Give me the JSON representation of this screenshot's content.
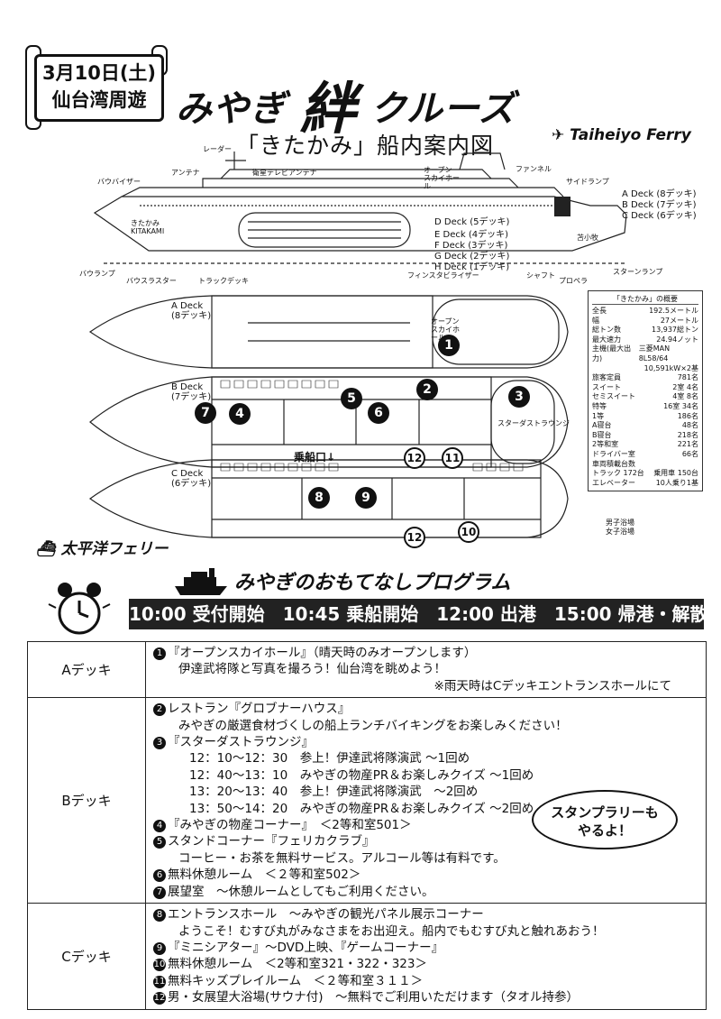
{
  "header": {
    "date_line1": "3月10日(土)",
    "date_line2": "仙台湾周遊",
    "cruise_prefix": "みやぎ",
    "cruise_kanji": "絆",
    "cruise_suffix": "クルーズ",
    "subtitle": "「きたかみ」船内案内図",
    "logo_en": "Taiheiyo Ferry",
    "logo_jp": "太平洋フェリー"
  },
  "ship_side": {
    "labels": {
      "radar": "レーダー",
      "antenna": "アンテナ",
      "satellite": "衛星テレビアンテナ",
      "open_sky": "オープン スカイホール",
      "funnel": "ファンネル",
      "side_ramp": "サイドランプ",
      "bow_visor": "バウバイザー",
      "bow_ramp": "バウランプ",
      "bow_thruster": "バウスラスター",
      "truck_deck": "トラックデッキ",
      "fin": "フィンスタビライザー",
      "shaft": "シャフト",
      "propeller": "プロペラ",
      "stern_ramp": "スターンランプ",
      "ship_name_jp": "きたかみ",
      "ship_name_en": "KITAKAMI",
      "port": "苫小牧"
    },
    "decks": [
      {
        "label": "A Deck",
        "note": "(8デッキ)"
      },
      {
        "label": "B Deck",
        "note": "(7デッキ)"
      },
      {
        "label": "C Deck",
        "note": "(6デッキ)"
      },
      {
        "label": "D Deck",
        "note": "(5デッキ)"
      },
      {
        "label": "E Deck",
        "note": "(4デッキ)"
      },
      {
        "label": "F Deck",
        "note": "(3デッキ)"
      },
      {
        "label": "G Deck",
        "note": "(2デッキ)"
      },
      {
        "label": "H Deck",
        "note": "(1デッキ)"
      }
    ]
  },
  "plans": {
    "a": {
      "label": "A Deck",
      "note": "(8デッキ)",
      "open_sky": "オープン スカイホール"
    },
    "b": {
      "label": "B Deck",
      "note": "(7デッキ)",
      "stardust": "スターダストラウンジ"
    },
    "c": {
      "label": "C Deck",
      "note": "(6デッキ)",
      "boarding": "乗船口↓"
    },
    "legend": [
      "男子浴場",
      "女子浴場"
    ]
  },
  "spec": {
    "title": "「きたかみ」の概要",
    "rows": [
      {
        "k": "全長",
        "v": "192.5メートル"
      },
      {
        "k": "幅",
        "v": "27メートル"
      },
      {
        "k": "総トン数",
        "v": "13,937総トン"
      },
      {
        "k": "最大速力",
        "v": "24.94ノット"
      },
      {
        "k": "主機(最大出力)",
        "v": "三菱MAN 8L58/64"
      },
      {
        "k": "",
        "v": "10,591kW×2基"
      },
      {
        "k": "旅客定員",
        "v": "781名"
      },
      {
        "k": "スイート",
        "v": "2室 4名"
      },
      {
        "k": "セミスイート",
        "v": "4室 8名"
      },
      {
        "k": "特等",
        "v": "16室 34名"
      },
      {
        "k": "1等",
        "v": "186名"
      },
      {
        "k": "A寝台",
        "v": "48名"
      },
      {
        "k": "B寝台",
        "v": "218名"
      },
      {
        "k": "2等和室",
        "v": "221名"
      },
      {
        "k": "ドライバー室",
        "v": "66名"
      },
      {
        "k": "車両積載台数",
        "v": ""
      },
      {
        "k": "トラック 172台",
        "v": "乗用車 150台"
      },
      {
        "k": "エレベーター",
        "v": "10人乗り1基"
      }
    ]
  },
  "program": {
    "title": "みやぎのおもてなしプログラム",
    "banner": "10:00 受付開始　10:45 乗船開始　12:00 出港　15:00 帰港・解散",
    "bubble_line1": "スタンプラリーも",
    "bubble_line2": "やるよ！",
    "a_deck": {
      "name": "Aデッキ",
      "lines": [
        {
          "num": "1",
          "text": "『オープンスカイホール』（晴天時のみオープンします）"
        },
        {
          "text": "伊達武将隊と写真を撮ろう！仙台湾を眺めよう！",
          "cls": "indent1"
        },
        {
          "text": "※雨天時はCデッキエントランスホールにて",
          "cls": "right"
        }
      ]
    },
    "b_deck": {
      "name": "Bデッキ",
      "lines": [
        {
          "num": "2",
          "text": "レストラン『グロブナーハウス』"
        },
        {
          "text": "みやぎの厳選食材づくしの船上ランチバイキングをお楽しみください！",
          "cls": "indent1"
        },
        {
          "num": "3",
          "text": "『スターダストラウンジ』"
        },
        {
          "text": "12：10～12：30　参上！伊達武将隊演武 ～1回め",
          "cls": "indent2"
        },
        {
          "text": "12：40～13：10　みやぎの物産PR＆お楽しみクイズ ～1回め",
          "cls": "indent2"
        },
        {
          "text": "13：20～13：40　参上！伊達武将隊演武　～2回め",
          "cls": "indent2"
        },
        {
          "text": "13：50～14：20　みやぎの物産PR＆お楽しみクイズ ～2回め",
          "cls": "indent2"
        },
        {
          "num": "4",
          "text": "『みやぎの物産コーナー』　＜2等和室501＞"
        },
        {
          "num": "5",
          "text": "スタンドコーナー『フェリカクラブ』"
        },
        {
          "text": "コーヒー・お茶を無料サービス。アルコール等は有料です。",
          "cls": "indent1"
        },
        {
          "num": "6",
          "text": "無料休憩ルーム　＜２等和室502＞"
        },
        {
          "num": "7",
          "text": "展望室　～休憩ルームとしてもご利用ください。"
        }
      ]
    },
    "c_deck": {
      "name": "Cデッキ",
      "lines": [
        {
          "num": "8",
          "text": "エントランスホール　～みやぎの観光パネル展示コーナー"
        },
        {
          "text": "ようこそ！むすび丸がみなさまをお出迎え。船内でもむすび丸と触れあおう！",
          "cls": "indent1"
        },
        {
          "num": "9",
          "text": "『ミニシアター』～DVD上映、『ゲームコーナー』"
        },
        {
          "num": "10",
          "text": "無料休憩ルーム　＜2等和室321・322・323＞"
        },
        {
          "num": "11",
          "text": "無料キッズプレイルーム　＜２等和室３１１＞"
        },
        {
          "num": "12",
          "text": "男・女展望大浴場(サウナ付)　～無料でご利用いただけます（タオル持参）"
        }
      ]
    }
  },
  "callouts": [
    "1",
    "2",
    "3",
    "4",
    "5",
    "6",
    "7",
    "8",
    "9",
    "10",
    "11",
    "12"
  ]
}
